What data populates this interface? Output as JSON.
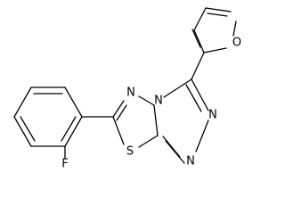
{
  "molecule": {
    "atoms": {
      "fluorine": "F",
      "sulfur": "S",
      "furan_oxygen": "O",
      "nitrogen_upper": "N",
      "nitrogen_bridge": "N",
      "nitrogen_right": "N",
      "nitrogen_lower": "N"
    }
  }
}
